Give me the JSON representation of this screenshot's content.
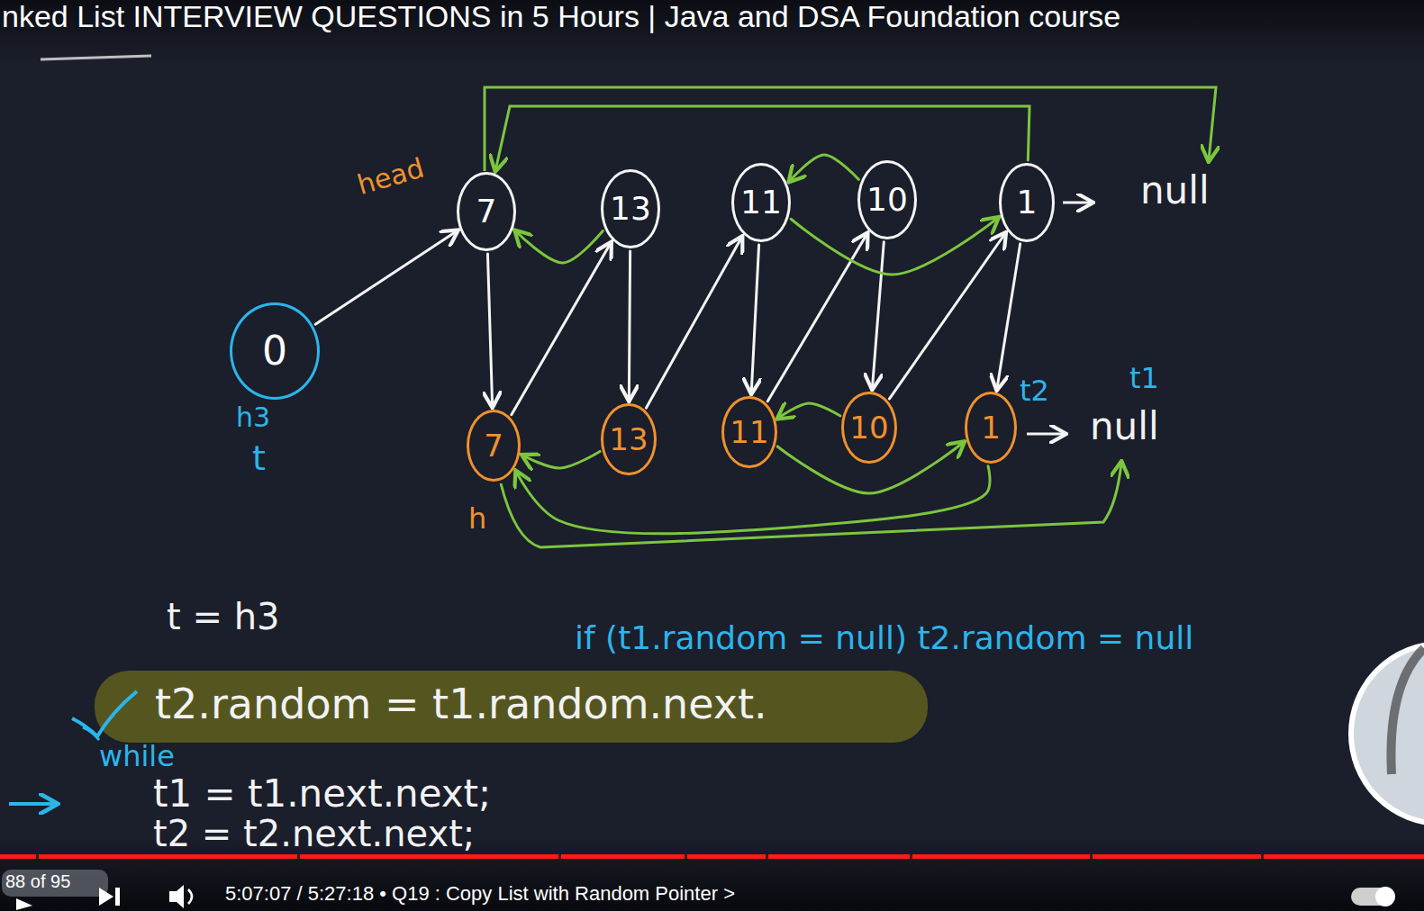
{
  "diagram": {
    "title": "nked List INTERVIEW QUESTIONS in 5 Hours | Java and DSA Foundation course",
    "nodes": [
      {
        "text": [
          "7"
        ]
      },
      {
        "text": [
          "13"
        ]
      },
      {
        "text": [
          "11"
        ]
      },
      {
        "text": [
          "10"
        ]
      },
      {
        "text": [
          "1"
        ]
      },
      {
        "text": [
          "0"
        ]
      },
      {
        "text": [
          "7"
        ]
      },
      {
        "text": [
          "13"
        ]
      },
      {
        "text": [
          "11"
        ]
      },
      {
        "text": [
          "10"
        ]
      },
      {
        "text": [
          "1"
        ]
      }
    ],
    "edges": [
      {
        "from": 5,
        "to": 0,
        "arrow": "to"
      },
      {
        "from": 0,
        "to": 6,
        "arrow": "to"
      },
      {
        "from": 6,
        "to": 1,
        "arrow": "to"
      },
      {
        "from": 1,
        "to": 7,
        "arrow": "to"
      },
      {
        "from": 7,
        "to": 2,
        "arrow": "to"
      },
      {
        "from": 2,
        "to": 8,
        "arrow": "to"
      },
      {
        "from": 8,
        "to": 3,
        "arrow": "to"
      },
      {
        "from": 3,
        "to": 9,
        "arrow": "to"
      },
      {
        "from": 9,
        "to": 4,
        "arrow": "to"
      },
      {
        "from": 4,
        "to": 10,
        "arrow": "to"
      },
      {
        "from": 1,
        "to": 0,
        "arrow": "to"
      },
      {
        "from": 2,
        "to": 4,
        "arrow": "to"
      },
      {
        "from": 3,
        "to": 2,
        "arrow": "to"
      },
      {
        "from": 4,
        "to": 0,
        "arrow": "to"
      },
      {
        "from": 7,
        "to": 6,
        "arrow": "to"
      },
      {
        "from": 8,
        "to": 10,
        "arrow": "to"
      },
      {
        "from": 9,
        "to": 8,
        "arrow": "to"
      },
      {
        "from": 10,
        "to": 6,
        "arrow": "to"
      }
    ],
    "labels": [
      "head",
      "null",
      "h3",
      "t",
      "h",
      "t2",
      "t1",
      "null",
      "t = h3",
      "if (t1.random = null) t2.random = null",
      "t2.random = t1.random.next.",
      "while",
      "t1 = t1.next.next;",
      "t2 = t2.next.next;",
      "88 of 95",
      "5:07:07 / 5:27:18 • Q19 : Copy List with Random Pointer >"
    ]
  }
}
